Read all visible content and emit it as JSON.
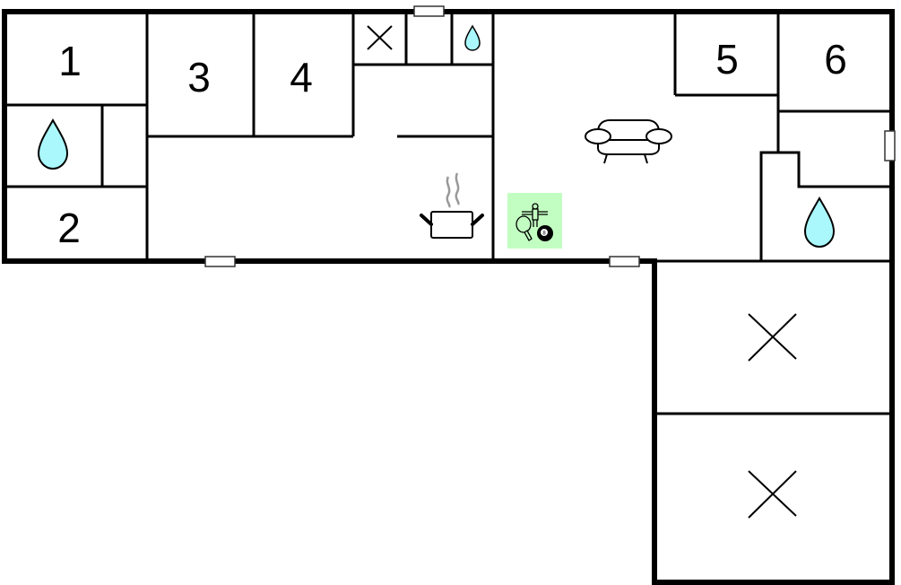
{
  "diagram": {
    "type": "floor-plan",
    "colors": {
      "wall": "#000000",
      "background": "#ffffff",
      "water": "#aaf8fc",
      "activity_bg": "#c2fec2",
      "steam": "#999999"
    },
    "rooms": [
      {
        "id": "bedroom-1",
        "label": "1"
      },
      {
        "id": "bedroom-2",
        "label": "2"
      },
      {
        "id": "bedroom-3",
        "label": "3"
      },
      {
        "id": "bedroom-4",
        "label": "4"
      },
      {
        "id": "bedroom-5",
        "label": "5"
      },
      {
        "id": "bedroom-6",
        "label": "6"
      }
    ],
    "icons": [
      {
        "name": "bathroom-water-icon",
        "room": "left bathroom"
      },
      {
        "name": "bathroom-water-icon",
        "room": "top small bathroom"
      },
      {
        "name": "bathroom-water-icon",
        "room": "right bathroom"
      },
      {
        "name": "kitchen-pot-icon",
        "room": "kitchen"
      },
      {
        "name": "sofa-icon",
        "room": "living room"
      },
      {
        "name": "activity-games-icon",
        "room": "living room",
        "items": [
          "table football",
          "table tennis",
          "billiards"
        ]
      },
      {
        "name": "not-accessible-cross-icon",
        "room": "top small room"
      },
      {
        "name": "not-accessible-cross-icon",
        "room": "annex upper"
      },
      {
        "name": "not-accessible-cross-icon",
        "room": "annex lower"
      }
    ],
    "doors": 4
  }
}
